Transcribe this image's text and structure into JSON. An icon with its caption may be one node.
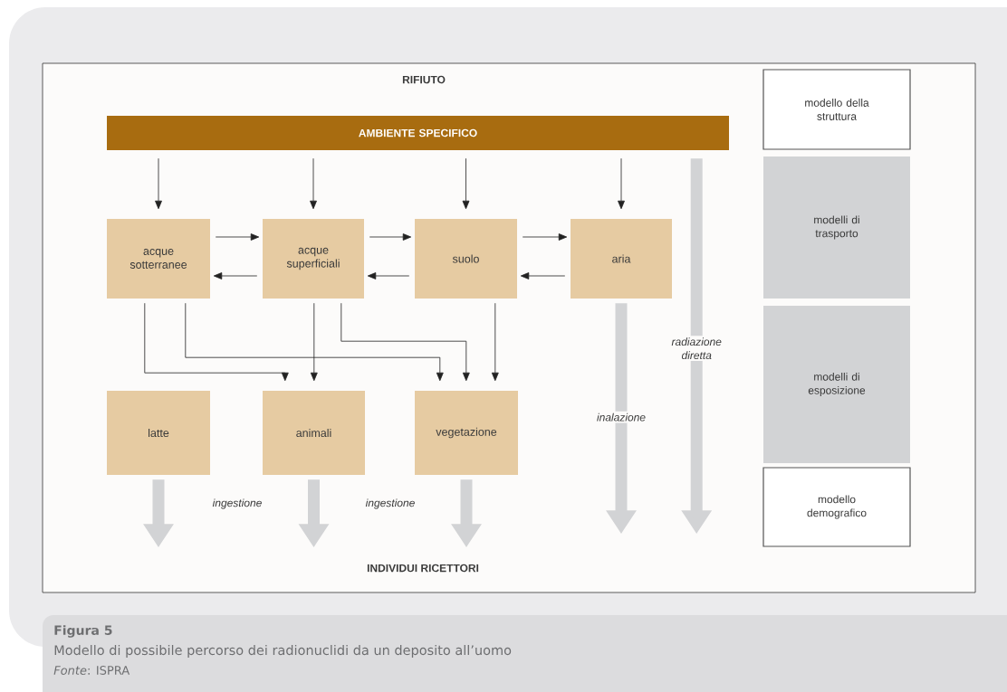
{
  "diagram": {
    "caption": "Modello di possibile percorso dei radionuclidi da un deposito all’uomo",
    "nodes": [
      {
        "text": [
          "AMBIENTE SPECIFICO"
        ]
      },
      {
        "text": [
          "acque sotterranee"
        ]
      },
      {
        "text": [
          "acque superficiali"
        ]
      },
      {
        "text": [
          "suolo"
        ]
      },
      {
        "text": [
          "aria"
        ]
      },
      {
        "text": [
          "latte"
        ]
      },
      {
        "text": [
          "animali"
        ]
      },
      {
        "text": [
          "vegetazione"
        ]
      },
      {
        "text": [
          "modello della struttura"
        ]
      },
      {
        "text": [
          "modelli di trasporto"
        ]
      },
      {
        "text": [
          "modelli di esposizione"
        ]
      },
      {
        "text": [
          "modello demografico"
        ]
      }
    ],
    "edges": [
      {
        "from": 0,
        "to": 1,
        "arrow": "to"
      },
      {
        "from": 0,
        "to": 2,
        "arrow": "to"
      },
      {
        "from": 0,
        "to": 3,
        "arrow": "to"
      },
      {
        "from": 0,
        "to": 4,
        "arrow": "to"
      },
      {
        "from": 1,
        "to": 2,
        "arrow": "to"
      },
      {
        "from": 2,
        "to": 1,
        "arrow": "to"
      },
      {
        "from": 2,
        "to": 3,
        "arrow": "to"
      },
      {
        "from": 3,
        "to": 2,
        "arrow": "to"
      },
      {
        "from": 3,
        "to": 4,
        "arrow": "to"
      },
      {
        "from": 4,
        "to": 3,
        "arrow": "to"
      },
      {
        "from": 1,
        "to": 6,
        "arrow": "to"
      },
      {
        "from": 1,
        "to": 7,
        "arrow": "to"
      },
      {
        "from": 2,
        "to": 6,
        "arrow": "to"
      },
      {
        "from": 2,
        "to": 7,
        "arrow": "to"
      },
      {
        "from": 3,
        "to": 7,
        "arrow": "to"
      },
      {
        "from": 5,
        "to": null,
        "arrow": "to",
        "style": "thick",
        "color": "#d2d3d5"
      },
      {
        "from": 6,
        "to": null,
        "arrow": "to",
        "style": "thick",
        "color": "#d2d3d5"
      },
      {
        "from": 7,
        "to": null,
        "arrow": "to",
        "style": "thick",
        "color": "#d2d3d5"
      },
      {
        "from": 4,
        "to": null,
        "arrow": "to",
        "style": "thick",
        "color": "#d2d3d5",
        "label": "inalazione"
      },
      {
        "from": 0,
        "to": null,
        "arrow": "to",
        "style": "thick",
        "color": "#d2d3d5",
        "label": "radiazione diretta"
      }
    ],
    "labels": [
      "RIFIUTO",
      "ingestione",
      "ingestione",
      "INDIVIDUI RICETTORI",
      "Figura 5",
      "*Fonte*: ISPRA"
    ]
  }
}
